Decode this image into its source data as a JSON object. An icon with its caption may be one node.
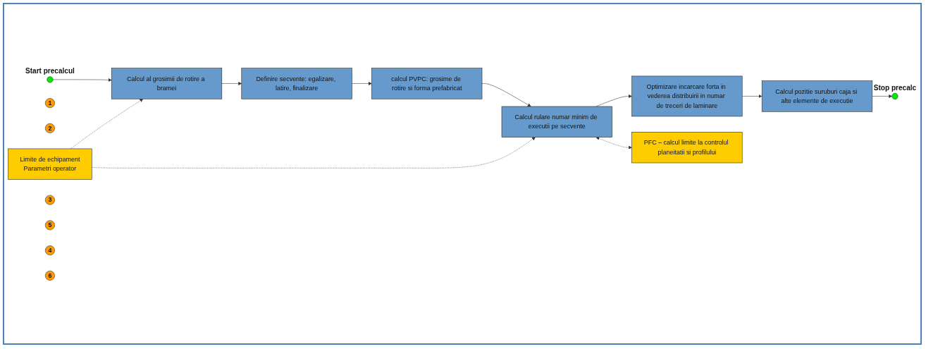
{
  "diagram": {
    "nodes": [
      {
        "text": [],
        "shape": "circle",
        "beside": [
          "Start precalcul"
        ]
      },
      {
        "text": [
          "1"
        ]
      },
      {
        "text": [
          "Calcul al grosimii de rotire a bramei"
        ]
      },
      {
        "text": [
          "Definire secvente: egalizare, latire, finalizare"
        ]
      },
      {
        "text": [
          "2"
        ]
      },
      {
        "text": [
          "Limite de echipament",
          "Parametri operator"
        ]
      },
      {
        "text": [
          "3"
        ]
      },
      {
        "text": [
          "Optimizare incarcare forta in vederea distribuirii in numar de treceri de laminare"
        ]
      },
      {
        "text": [
          "5"
        ]
      },
      {
        "text": [
          "Calcul rulare numar minim de executii pe secvente"
        ]
      },
      {
        "text": [
          "calcul PVPC: grosime de rotire si forma prefabricat"
        ]
      },
      {
        "text": [
          "4"
        ]
      },
      {
        "text": [
          "PFC – calcul limite la controlul planeitatii si profilului"
        ]
      },
      {
        "text": [],
        "shape": "circle",
        "beside": [
          "Stop precalc"
        ]
      },
      {
        "text": [
          "Calcul pozitie suruburi caja si alte elemente de executie"
        ]
      },
      {
        "text": [
          "6"
        ]
      }
    ],
    "edges": [
      {
        "from": 0,
        "to": 2,
        "arrow": "to"
      },
      {
        "from": 2,
        "to": 3,
        "arrow": "to"
      },
      {
        "from": 3,
        "to": 10,
        "arrow": "to"
      },
      {
        "from": 10,
        "to": 9,
        "arrow": "to"
      },
      {
        "from": 9,
        "to": 7,
        "arrow": "to"
      },
      {
        "from": 7,
        "to": 14,
        "arrow": "to"
      },
      {
        "from": 14,
        "to": 13,
        "arrow": "to"
      },
      {
        "from": 5,
        "to": 2,
        "arrow": "to",
        "style": "dashed"
      },
      {
        "from": 5,
        "to": 9,
        "arrow": "to",
        "style": "dashed"
      },
      {
        "from": 9,
        "to": 12,
        "arrow": "both",
        "style": "dashed"
      }
    ]
  }
}
